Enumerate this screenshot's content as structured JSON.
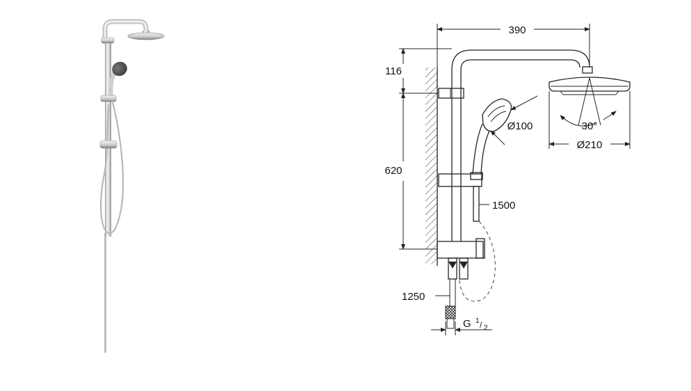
{
  "colors": {
    "chrome_light": "#f4f4f4",
    "chrome_mid": "#c9c9c9",
    "chrome_dark": "#7d7d7d",
    "handset_face": "#5a5a5a",
    "line": "#222222"
  },
  "drawing": {
    "dim_width_top": "390",
    "dim_height_top": "116",
    "dim_height_rail": "620",
    "dim_hand_diameter": "Ø100",
    "dim_head_angle": "30°",
    "dim_head_diameter": "Ø210",
    "dim_hose": "1500",
    "dim_supply": "1250",
    "thread_prefix": "G",
    "thread_num": "1",
    "thread_den": "2"
  }
}
